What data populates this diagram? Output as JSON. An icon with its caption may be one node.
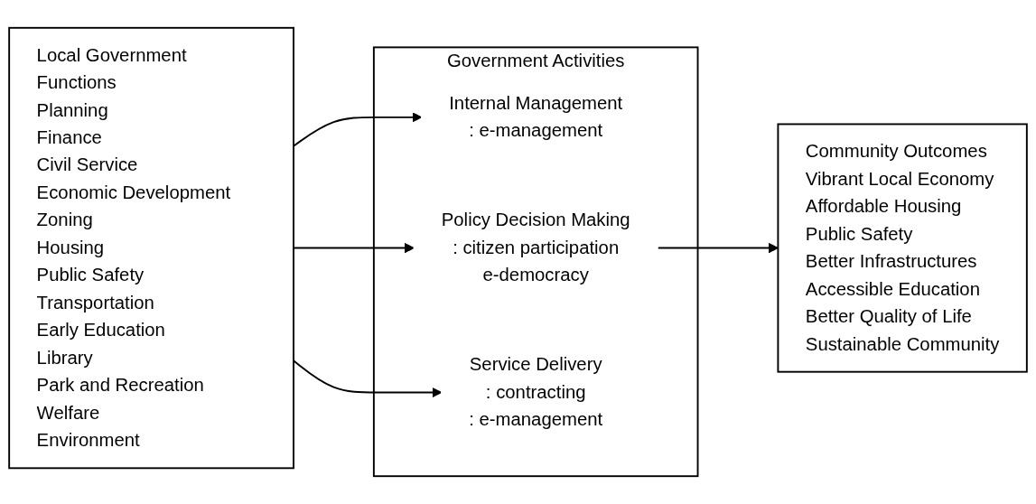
{
  "diagram": {
    "nodes": [
      {
        "text": [
          "Local Government Functions",
          "Planning",
          "Finance",
          "Civil Service",
          "Economic Development",
          "Zoning",
          "Housing",
          "Public Safety",
          "Transportation",
          "Early Education",
          "Library",
          "Park and Recreation",
          "Welfare",
          "Environment"
        ]
      },
      {
        "text": [
          "Government Activities"
        ]
      },
      {
        "text": [
          "Internal Management",
          ": e-management"
        ],
        "in": 1
      },
      {
        "text": [
          "Policy Decision Making",
          ": citizen participation",
          "e-democracy"
        ],
        "in": 1
      },
      {
        "text": [
          "Service Delivery",
          ": contracting",
          ": e-management"
        ],
        "in": 1
      },
      {
        "text": [
          "Community Outcomes",
          "Vibrant Local Economy",
          "Affordable Housing",
          "Public Safety",
          "Better Infrastructures",
          "Accessible Education",
          "Better Quality of Life",
          "Sustainable Community"
        ]
      }
    ],
    "edges": [
      {
        "from": 0,
        "to": 2,
        "arrow": "to"
      },
      {
        "from": 0,
        "to": 3,
        "arrow": "to"
      },
      {
        "from": 0,
        "to": 4,
        "arrow": "to"
      },
      {
        "from": 3,
        "to": 5,
        "arrow": "to"
      }
    ]
  }
}
